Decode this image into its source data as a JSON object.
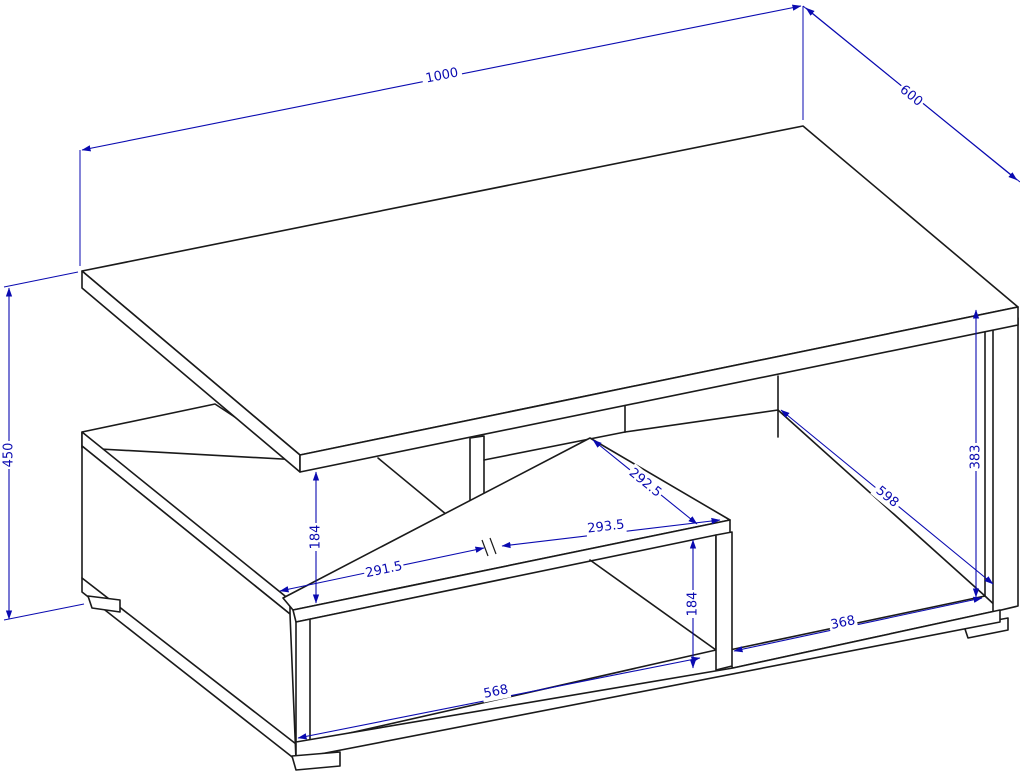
{
  "colors": {
    "dimension": "#0a0ab0",
    "outline": "#1a1a1a",
    "background": "#ffffff"
  },
  "dimensions": {
    "top_length": "1000",
    "top_depth": "600",
    "total_height": "450",
    "leg_height_right": "383",
    "inner_depth_right": "598",
    "drawer_depth": "292.5",
    "drawer_width": "293.5",
    "shelf_width": "291.5",
    "upper_gap_height": "184",
    "lower_gap_height": "184",
    "bottom_width_right": "368",
    "bottom_width_left": "568"
  }
}
